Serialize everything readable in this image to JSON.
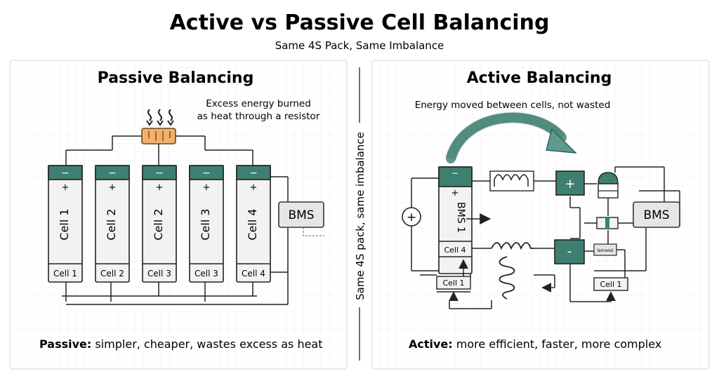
{
  "header": {
    "title": "Active vs Passive Cell Balancing",
    "subtitle": "Same 4S Pack, Same Imbalance"
  },
  "divider_label": "Same 4S pack, same imbalance",
  "passive": {
    "title": "Passive Balancing",
    "note_line1": "Excess energy burned",
    "note_line2": "as heat through a resistor",
    "cells": [
      {
        "label": "Cell 1",
        "tag": "Cell 1"
      },
      {
        "label": "Cell 2",
        "tag": "Cell 2"
      },
      {
        "label": "Cell 2",
        "tag": "Cell 3"
      },
      {
        "label": "Cell 3",
        "tag": "Cell 3"
      },
      {
        "label": "Cell 4",
        "tag": "Cell 4"
      }
    ],
    "terminal_neg": "−",
    "terminal_pos": "+",
    "bms_label": "BMS",
    "summary_bold": "Passive:",
    "summary_text": " simpler, cheaper, wastes excess as heat"
  },
  "active": {
    "title": "Active Balancing",
    "note": "Energy moved between cells, not wasted",
    "cell_label": "BMS 1",
    "cell_tag": "Cell 4",
    "cell_neg": "−",
    "cell_pos": "+",
    "bms_label": "BMS",
    "source_symbol": "+",
    "module_plus": "+",
    "module_minus": "-",
    "small_label": "lamaosi",
    "bottom_cell_left": "Cell 1",
    "bottom_cell_right": "Cell 1",
    "summary_bold": "Active:",
    "summary_text": " more efficient, faster, more complex"
  },
  "colors": {
    "teal": "#3f7f72",
    "teal_light": "#5e9a8e",
    "resistor_orange": "#f3b06a",
    "cell_fill": "#f2f2f2",
    "bms_fill": "#e6e6e6",
    "grid": "#ececec"
  }
}
